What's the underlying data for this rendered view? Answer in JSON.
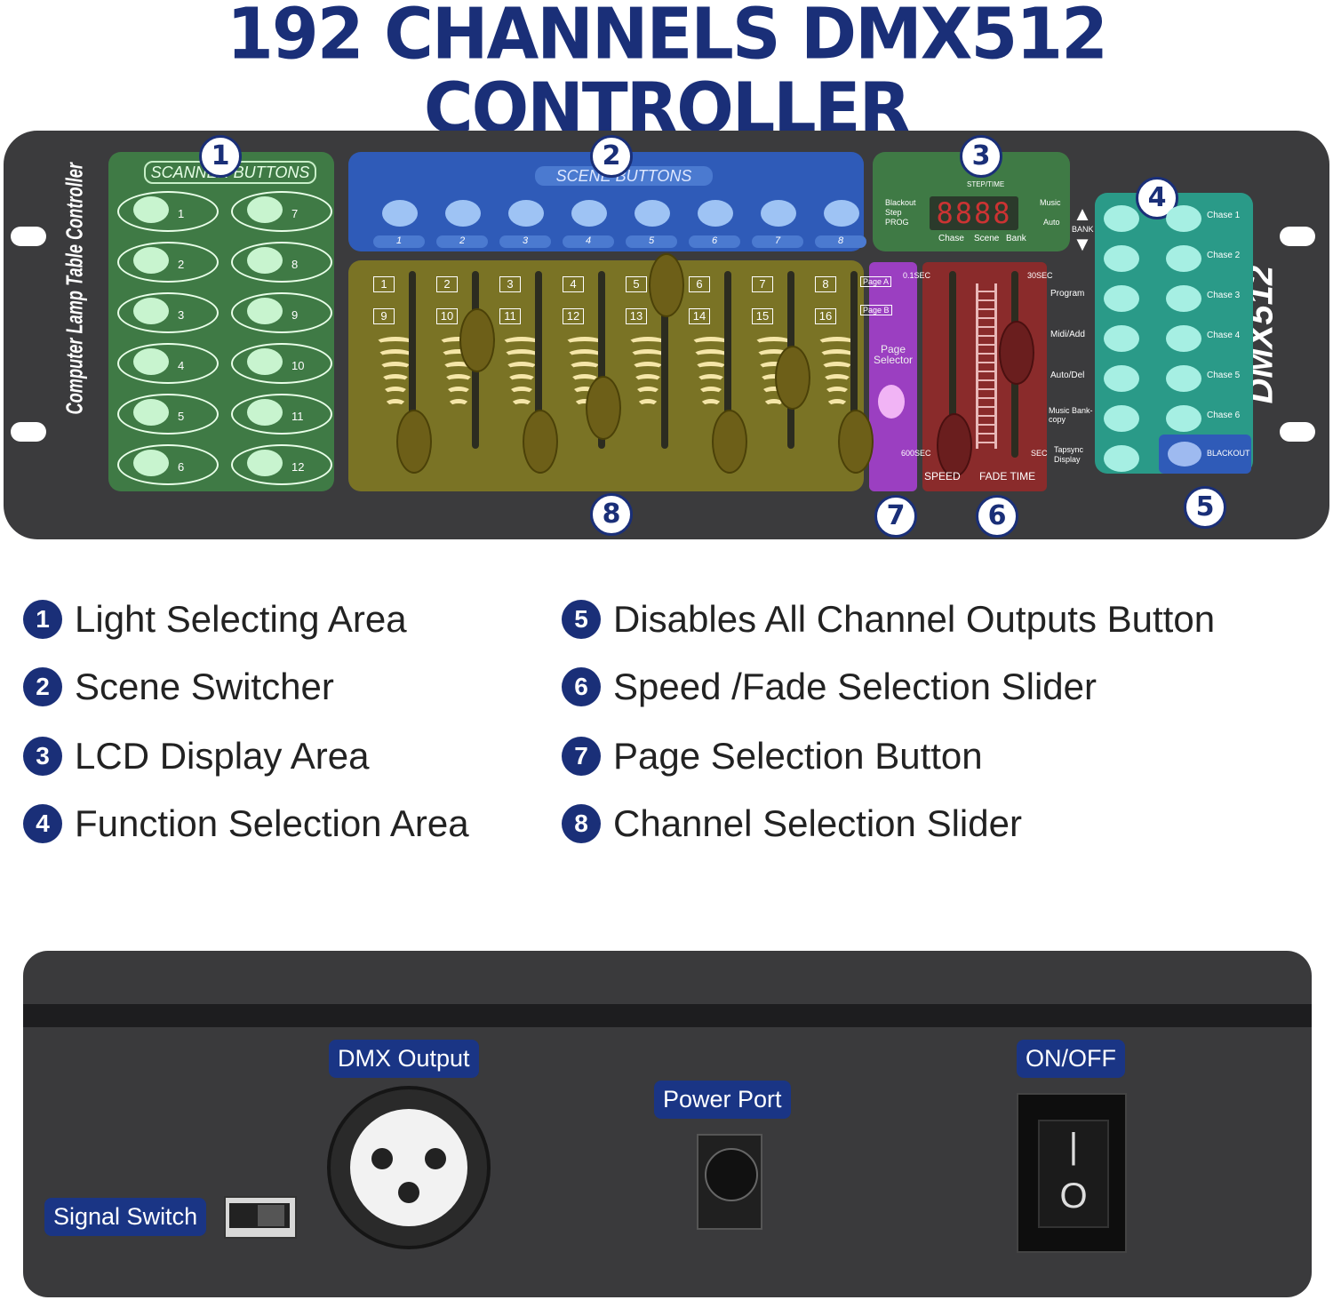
{
  "title": "192 CHANNELS DMX512 CONTROLLER",
  "panel": {
    "side_text": "Computer Lamp Table Controller",
    "brand": "DMX512",
    "scanner_label": "SCANNER BUTTONS",
    "scanner_numbers": [
      "1",
      "2",
      "3",
      "4",
      "5",
      "6",
      "7",
      "8",
      "9",
      "10",
      "11",
      "12"
    ],
    "scene_label": "SCENE BUTTONS",
    "scene_numbers": [
      "1",
      "2",
      "3",
      "4",
      "5",
      "6",
      "7",
      "8"
    ],
    "channel_numbers": [
      "1",
      "2",
      "3",
      "4",
      "5",
      "6",
      "7",
      "8",
      "9",
      "10",
      "11",
      "12",
      "13",
      "14",
      "15",
      "16"
    ],
    "lcd": {
      "header": "STEP/TIME",
      "left": [
        "Blackout",
        "Step",
        "PROG"
      ],
      "right": [
        "Music",
        "Auto"
      ],
      "digits": "8888",
      "bottom": [
        "Chase",
        "Scene",
        "Bank"
      ]
    },
    "bank": "BANK",
    "page": {
      "a": "Page A",
      "b": "Page B",
      "label": "Page Selector"
    },
    "fade": {
      "top_left": "0.1SEC",
      "top_right": "30SEC",
      "bottom_left": "600SEC",
      "bottom_right": "SEC",
      "speed": "SPEED",
      "fade_time": "FADE TIME"
    },
    "functions": [
      "Program",
      "Midi/Add",
      "Auto/Del",
      "Music Bank-copy",
      "Tapsync Display"
    ],
    "chases": [
      "Chase 1",
      "Chase 2",
      "Chase 3",
      "Chase 4",
      "Chase 5",
      "Chase 6"
    ],
    "blackout": "BLACKOUT",
    "markers": [
      "1",
      "2",
      "3",
      "4",
      "5",
      "6",
      "7",
      "8"
    ]
  },
  "legend": [
    {
      "n": "1",
      "text": "Light Selecting Area"
    },
    {
      "n": "2",
      "text": "Scene Switcher"
    },
    {
      "n": "3",
      "text": "LCD Display Area"
    },
    {
      "n": "4",
      "text": "Function Selection Area"
    },
    {
      "n": "5",
      "text": "Disables All Channel Outputs Button"
    },
    {
      "n": "6",
      "text": "Speed /Fade Selection Slider"
    },
    {
      "n": "7",
      "text": "Page Selection Button"
    },
    {
      "n": "8",
      "text": "Channel Selection Slider"
    }
  ],
  "rear": {
    "dmx": "DMX Output",
    "power": "Power Port",
    "onoff": "ON/OFF",
    "signal": "Signal Switch"
  },
  "colors": {
    "navy": "#1a2f78",
    "green": "#3f7a45",
    "blue": "#2f5bb8",
    "olive": "#7a7325",
    "teal": "#2a9a88",
    "red": "#8a2b2b",
    "purple": "#9b3fc1"
  }
}
